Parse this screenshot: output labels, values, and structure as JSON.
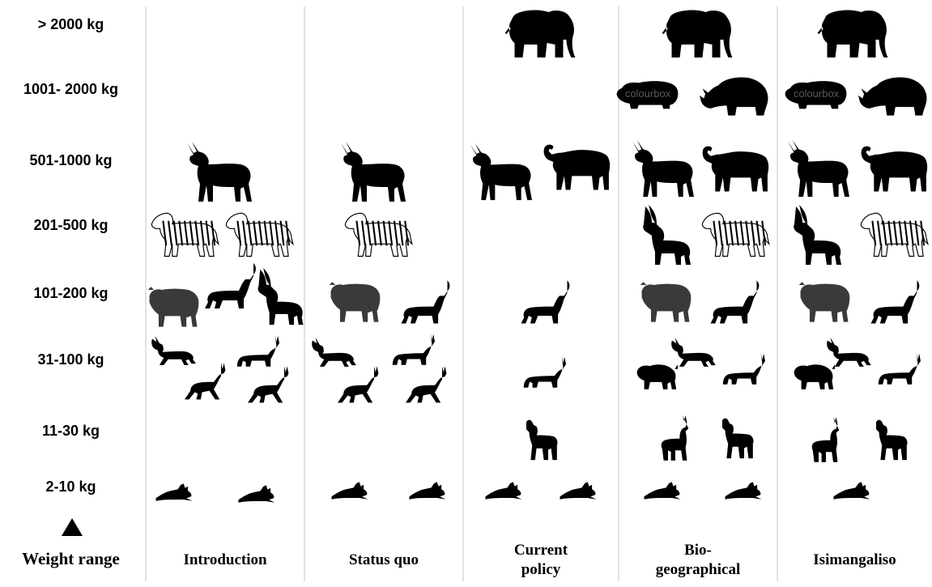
{
  "weight_ranges": [
    "> 2000 kg",
    "1001- 2000 kg",
    "501-1000 kg",
    "201-500 kg",
    "101-200 kg",
    "31-100 kg",
    "11-30 kg",
    "2-10 kg"
  ],
  "axis_title": "Weight range",
  "axis_arrow_icon": "up-triangle-icon",
  "scenarios": [
    {
      "title_lines": [
        "Introduction"
      ],
      "animals": [
        "eland-icon",
        "zebra-icon",
        "zebra-icon",
        "wildebeest-icon",
        "hartebeest-icon",
        "sable-icon",
        "impala-icon",
        "waterbuck-icon",
        "springbok-icon",
        "springbok-icon",
        "hare-icon",
        "hare-icon"
      ]
    },
    {
      "title_lines": [
        "Status quo"
      ],
      "animals": [
        "eland-icon",
        "zebra-icon",
        "wildebeest-icon",
        "hartebeest-icon",
        "impala-icon",
        "waterbuck-icon",
        "springbok-icon",
        "springbok-icon",
        "hare-icon",
        "hare-icon"
      ]
    },
    {
      "title_lines": [
        "Current",
        "policy"
      ],
      "animals": [
        "elephant-icon",
        "eland-icon",
        "buffalo-icon",
        "hartebeest-icon",
        "waterbuck-icon",
        "duiker-icon",
        "hare-icon",
        "hare-icon"
      ]
    },
    {
      "title_lines": [
        "Bio-",
        "geographical"
      ],
      "animals": [
        "elephant-icon",
        "hippo-icon",
        "rhino-icon",
        "eland-icon",
        "buffalo-icon",
        "sable-icon",
        "zebra-icon",
        "wildebeest-icon",
        "hartebeest-icon",
        "warthog-icon",
        "impala-icon",
        "waterbuck-icon",
        "reedbuck-icon",
        "duiker-icon",
        "hare-icon",
        "hare-icon"
      ]
    },
    {
      "title_lines": [
        "Isimangaliso"
      ],
      "animals": [
        "elephant-icon",
        "hippo-icon",
        "rhino-icon",
        "eland-icon",
        "buffalo-icon",
        "sable-icon",
        "zebra-icon",
        "wildebeest-icon",
        "hartebeest-icon",
        "warthog-icon",
        "impala-icon",
        "waterbuck-icon",
        "reedbuck-icon",
        "duiker-icon",
        "hare-icon"
      ]
    }
  ],
  "watermark_text": "colourbox",
  "colors": {
    "silhouette": "#000000",
    "gray_silhouette": "#3a3a3a",
    "divider": "#cfcfcf",
    "zebra_stripe": "#000000"
  }
}
